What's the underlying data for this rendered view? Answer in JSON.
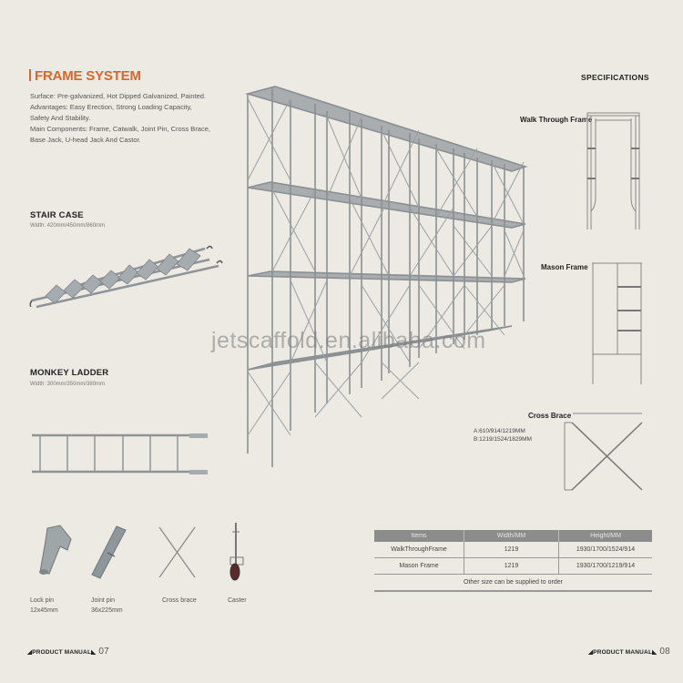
{
  "left_page": {
    "title": "FRAME SYSTEM",
    "title_color": "#d9662a",
    "description": [
      "Surface: Pre-galvanized, Hot Dipped Galvanized, Painted.",
      "Advantages: Easy Erection, Strong Loading Capacity,",
      "Safety And Stability.",
      "Main Components: Frame, Catwalk, Joint Pin, Cross Brace,",
      "Base Jack, U-head Jack And Castor."
    ],
    "stair_case": {
      "heading": "STAIR CASE",
      "width": "Width: 420mm/450mm/860mm"
    },
    "monkey_ladder": {
      "heading": "MONKEY LADDER",
      "width": "Width: 300mm/350mm/380mm"
    },
    "accessories": [
      {
        "name": "Lock pin",
        "size": "12x45mm",
        "icon": "lock-pin-icon"
      },
      {
        "name": "Joint pin",
        "size": "36x225mm",
        "icon": "joint-pin-icon"
      },
      {
        "name": "Cross brace",
        "size": "",
        "icon": "cross-brace-icon"
      },
      {
        "name": "Caster",
        "size": "",
        "icon": "caster-icon"
      }
    ],
    "footer": {
      "label": "PRODUCT MANUAL",
      "page": "07"
    }
  },
  "watermark": "jetscaffold.en.alibaba.com",
  "right_page": {
    "heading": "SPECIFICATIONS",
    "walk_through_frame": {
      "label": "Walk Through Frame"
    },
    "mason_frame": {
      "label": "Mason Frame"
    },
    "cross_brace": {
      "label": "Cross Brace",
      "dim_a": "A:610/914/1219MM",
      "dim_b": "B:1219/1524/1829MM"
    },
    "table": {
      "headers": [
        "Items",
        "Width/MM",
        "Height/MM"
      ],
      "rows": [
        [
          "WalkThroughFrame",
          "1219",
          "1930/1700/1524/914"
        ],
        [
          "Mason Frame",
          "1219",
          "1930/1700/1219/914"
        ]
      ],
      "note": "Other size can be supplied to order"
    },
    "footer": {
      "label": "PRODUCT MANUAL",
      "page": "08"
    }
  }
}
